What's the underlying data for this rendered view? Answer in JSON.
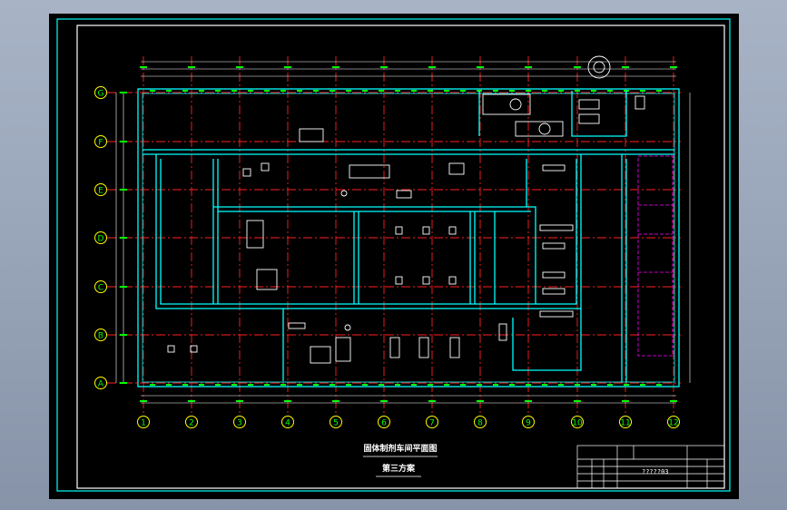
{
  "title": {
    "main": "固体制剂车间平面图",
    "sub": "第三方案"
  },
  "axes": {
    "rows": [
      "G",
      "F",
      "E",
      "D",
      "C",
      "B",
      "A"
    ],
    "cols": [
      "1",
      "2",
      "3",
      "4",
      "5",
      "6",
      "7",
      "8",
      "9",
      "10",
      "11",
      "12"
    ]
  },
  "title_block": {
    "drawing_no": "?????03"
  },
  "colors": {
    "background": "#000000",
    "frame": "#ffffff",
    "walls": "#00ffff",
    "axis_lines": "#ff2020",
    "dimensions": "#00ff00",
    "equipment": "#ffffff",
    "partition": "#ff00ff"
  }
}
